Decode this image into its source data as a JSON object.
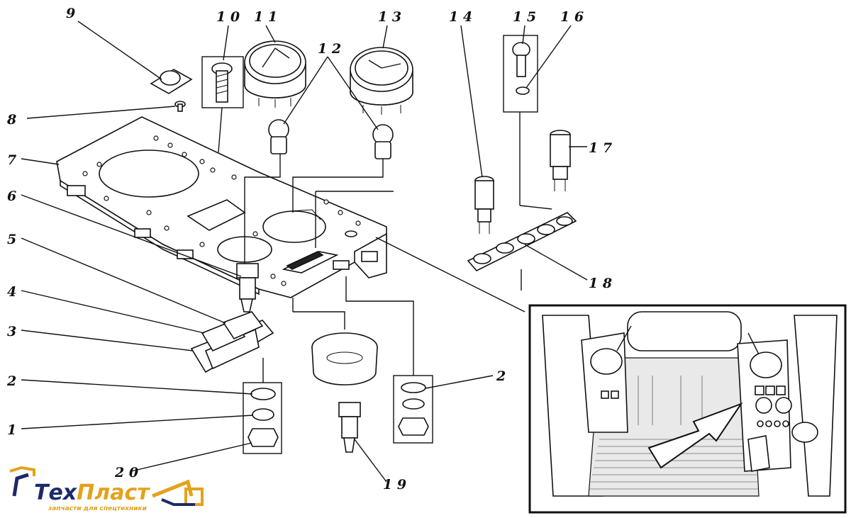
{
  "callouts": {
    "c1": "1",
    "c2a": "2",
    "c2b": "2",
    "c3": "3",
    "c4": "4",
    "c5": "5",
    "c6": "6",
    "c7": "7",
    "c8": "8",
    "c9": "9",
    "c10": "1 0",
    "c11": "1 1",
    "c12": "1 2",
    "c13": "1 3",
    "c14": "1 4",
    "c15": "1 5",
    "c16": "1 6",
    "c17": "1 7",
    "c18": "1 8",
    "c19": "1 9",
    "c20": "2 0"
  },
  "logo": {
    "word_a": "Тех",
    "word_b": "Пласт",
    "tagline": "запчасти для спецтехники",
    "color_dark": "#1b2a6b",
    "color_accent": "#e3a21a"
  }
}
